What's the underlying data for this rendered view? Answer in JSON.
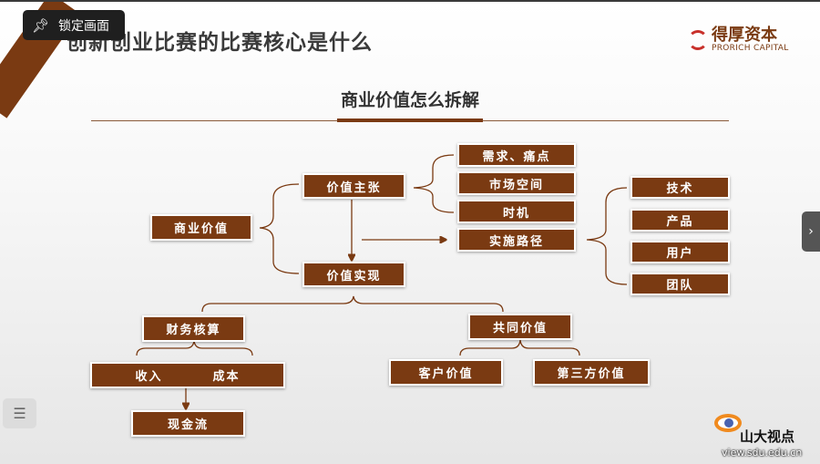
{
  "slide": {
    "title": "创新创业比赛的比赛核心是什么",
    "subtitle": "商业价值怎么拆解",
    "logo": {
      "cn": "得厚资本",
      "en": "PRORICH CAPITAL"
    },
    "accent_color": "#7a3a12"
  },
  "diagram": {
    "root": "商业价值",
    "proposition": "价值主张",
    "realization": "价值实现",
    "proposition_items": [
      "需求、痛点",
      "市场空间",
      "时机",
      "实施路径"
    ],
    "path_items": [
      "技术",
      "产品",
      "用户",
      "团队"
    ],
    "finance": "财务核算",
    "shared": "共同价值",
    "income": "收入",
    "cost": "成本",
    "cashflow": "现金流",
    "customer_value": "客户价值",
    "third_party_value": "第三方价值"
  },
  "overlay": {
    "pin_label": "锁定画面",
    "pin_icon": "pushpin-icon",
    "next_icon": "chevron-right-icon",
    "menu_icon": "list-icon"
  },
  "watermark": {
    "cn": "山大视点",
    "url": "view.sdu.edu.cn"
  }
}
